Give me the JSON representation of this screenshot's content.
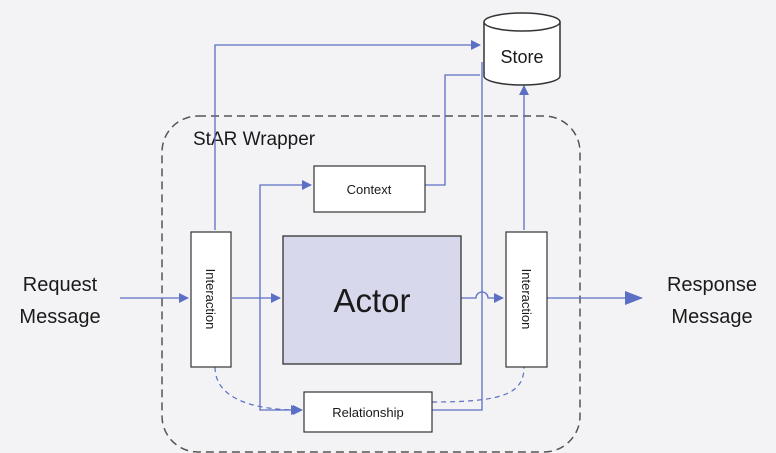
{
  "wrapper": {
    "label": "StAR Wrapper"
  },
  "nodes": {
    "store": "Store",
    "context": "Context",
    "actor": "Actor",
    "interaction_in": "Interaction",
    "interaction_out": "Interaction",
    "relationship": "Relationship"
  },
  "external": {
    "request_line1": "Request",
    "request_line2": "Message",
    "response_line1": "Response",
    "response_line2": "Message"
  },
  "colors": {
    "arrow": "#5b6fc4",
    "actor_fill": "#d8d8ec",
    "box_stroke": "#333333",
    "dashed": "#555555"
  }
}
